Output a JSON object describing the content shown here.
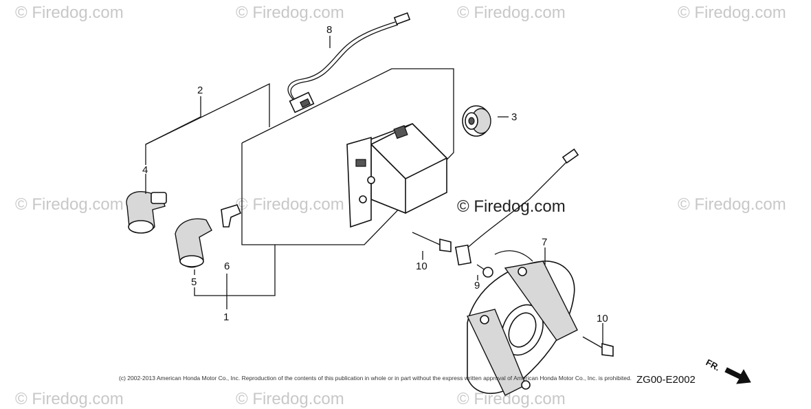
{
  "watermarks": [
    "© Firedog.com",
    "© Firedog.com",
    "© Firedog.com",
    "© Firedog.com",
    "© Firedog.com",
    "© Firedog.com",
    "© Firedog.com",
    "© Firedog.com",
    "© Firedog.com",
    "© Firedog.com"
  ],
  "center_watermark": "© Firedog.com",
  "callouts": {
    "c1": "1",
    "c2": "2",
    "c3": "3",
    "c4": "4",
    "c5": "5",
    "c6": "6",
    "c7": "7",
    "c8": "8",
    "c9": "9",
    "c10a": "10",
    "c10b": "10"
  },
  "footer": {
    "copyright": "(c) 2002-2013 American Honda Motor Co., Inc. Reproduction of the contents of this publication in whole or in part without the express written approval of American Honda Motor Co., Inc. is prohibited.",
    "diagram_code": "ZG00-E2002",
    "direction_label": "FR."
  }
}
